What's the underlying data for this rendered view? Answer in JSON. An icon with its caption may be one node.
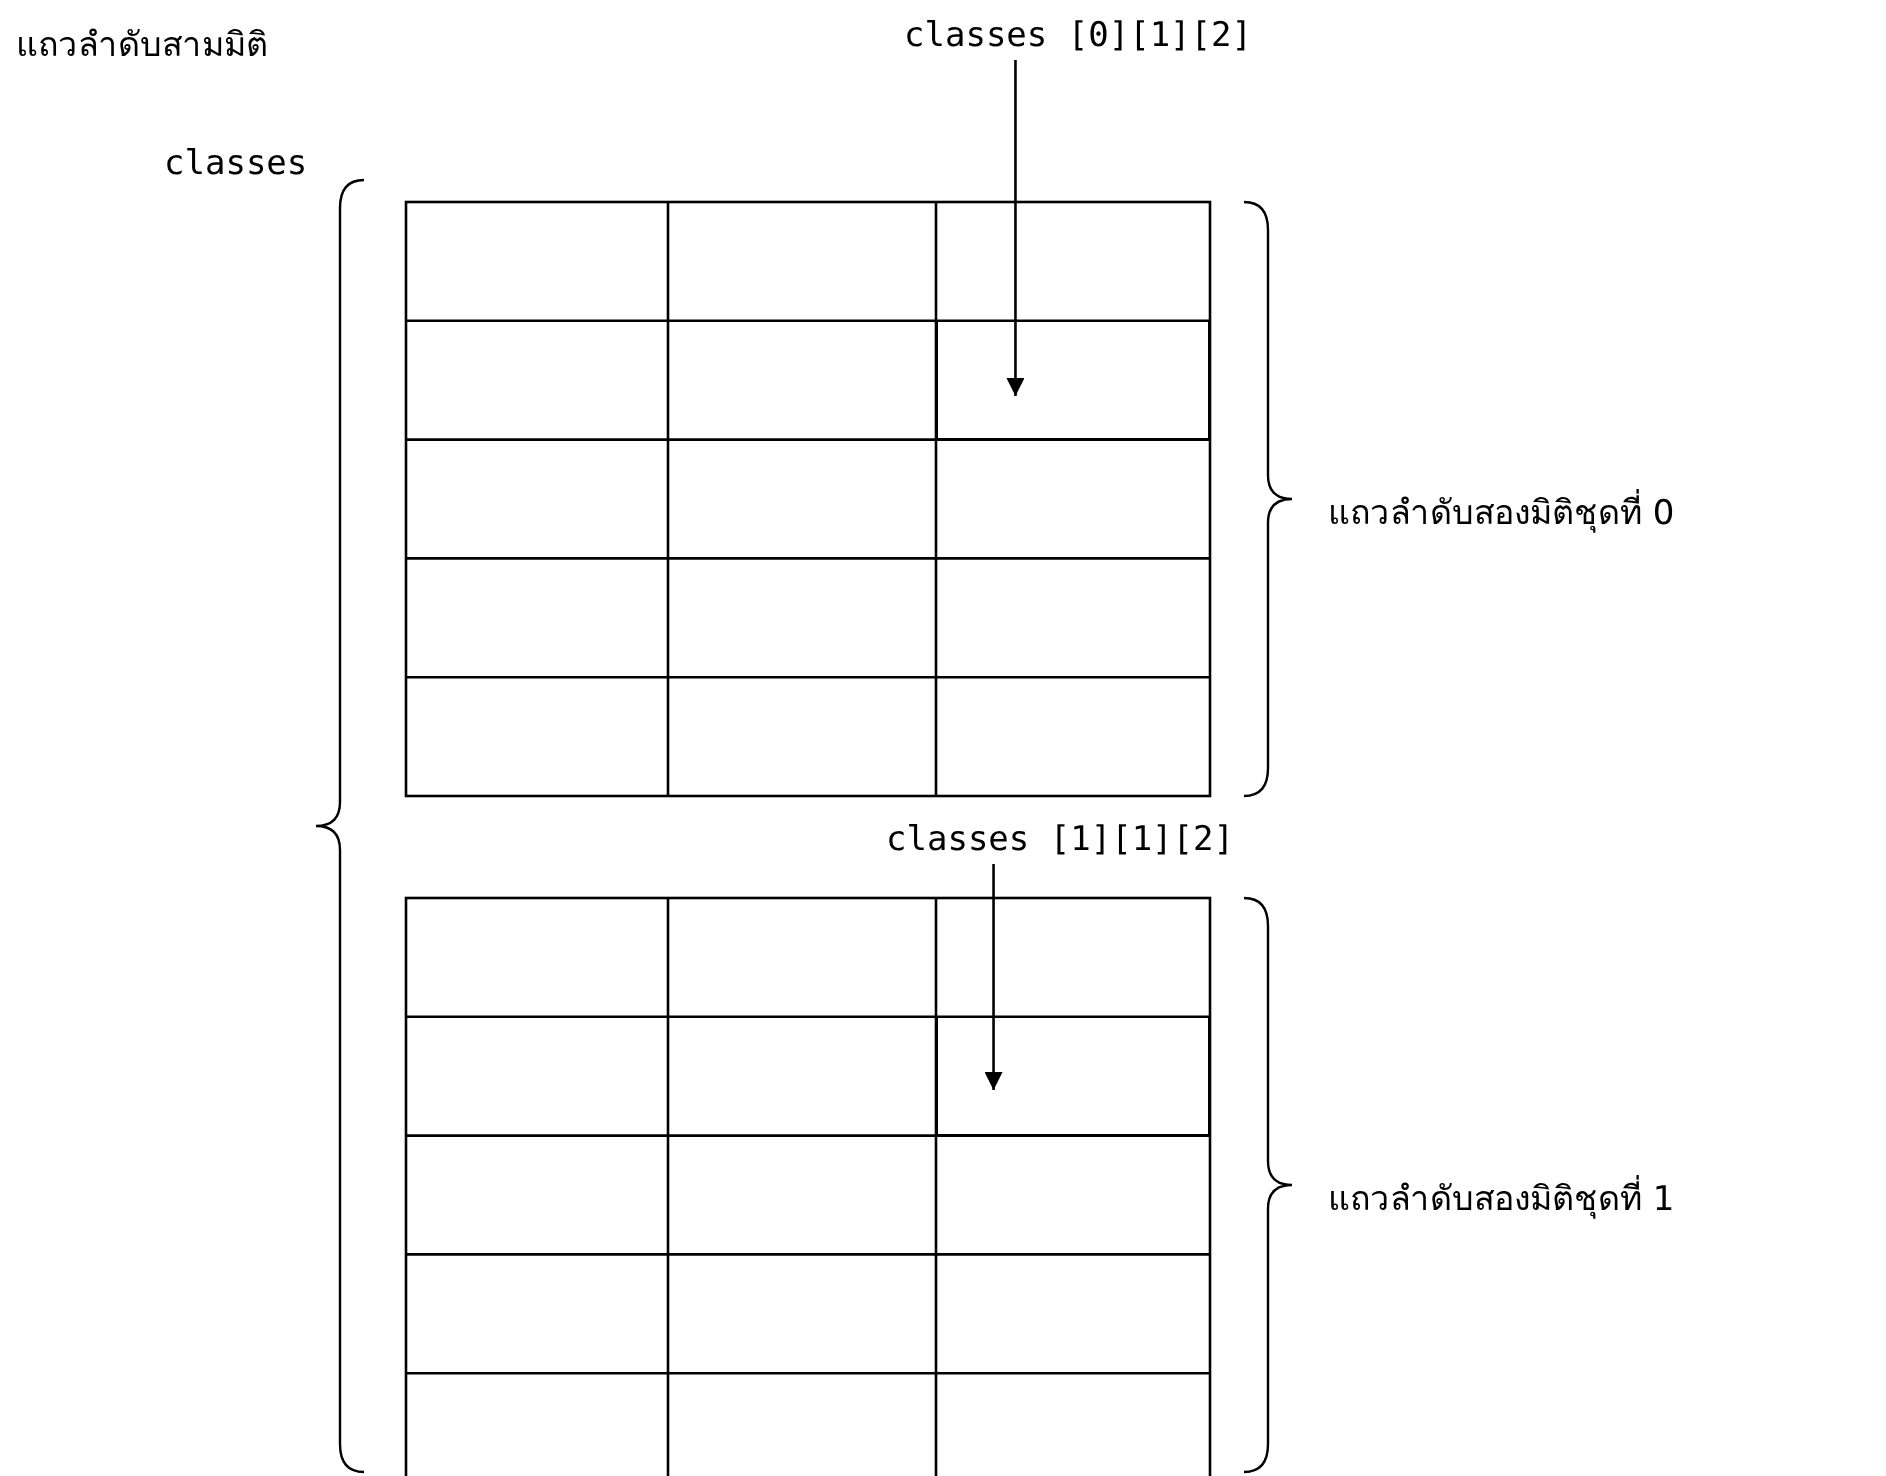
{
  "diagram": {
    "nodes": [
      {
        "text": [
          "classes [0][1][2]"
        ]
      },
      {
        "text": [],
        "shape": "box"
      },
      {
        "text": [
          "classes [1][1][2]"
        ]
      },
      {
        "text": [],
        "shape": "box"
      }
    ],
    "edges": [
      {
        "from": 0,
        "to": 1,
        "arrow": "to"
      },
      {
        "from": 2,
        "to": 3,
        "arrow": "to"
      }
    ],
    "labels": [
      "แถวลำดับสามมิติ",
      "classes",
      "แถวลำดับสองมิติชุดที่ 0",
      "แถวลำดับสองมิติชุดที่ 1"
    ]
  }
}
